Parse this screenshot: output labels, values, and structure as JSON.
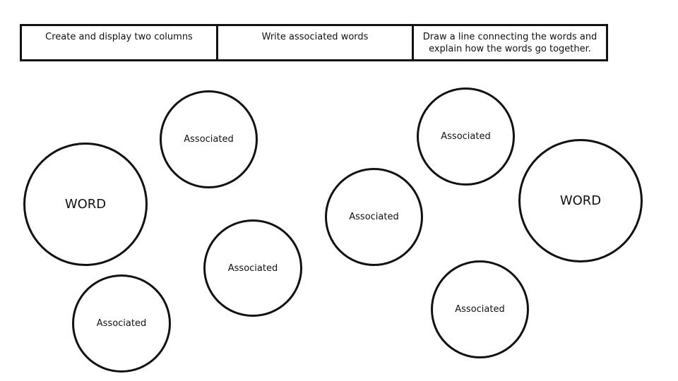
{
  "steps": [
    "Create and display two columns",
    "Write associated words",
    "Draw a line connecting the words and explain how the words go together."
  ],
  "left_group": {
    "word": "WORD",
    "associated": [
      "Associated",
      "Associated",
      "Associated"
    ]
  },
  "right_group": {
    "word": "WORD",
    "associated": [
      "Associated",
      "Associated",
      "Associated"
    ]
  }
}
